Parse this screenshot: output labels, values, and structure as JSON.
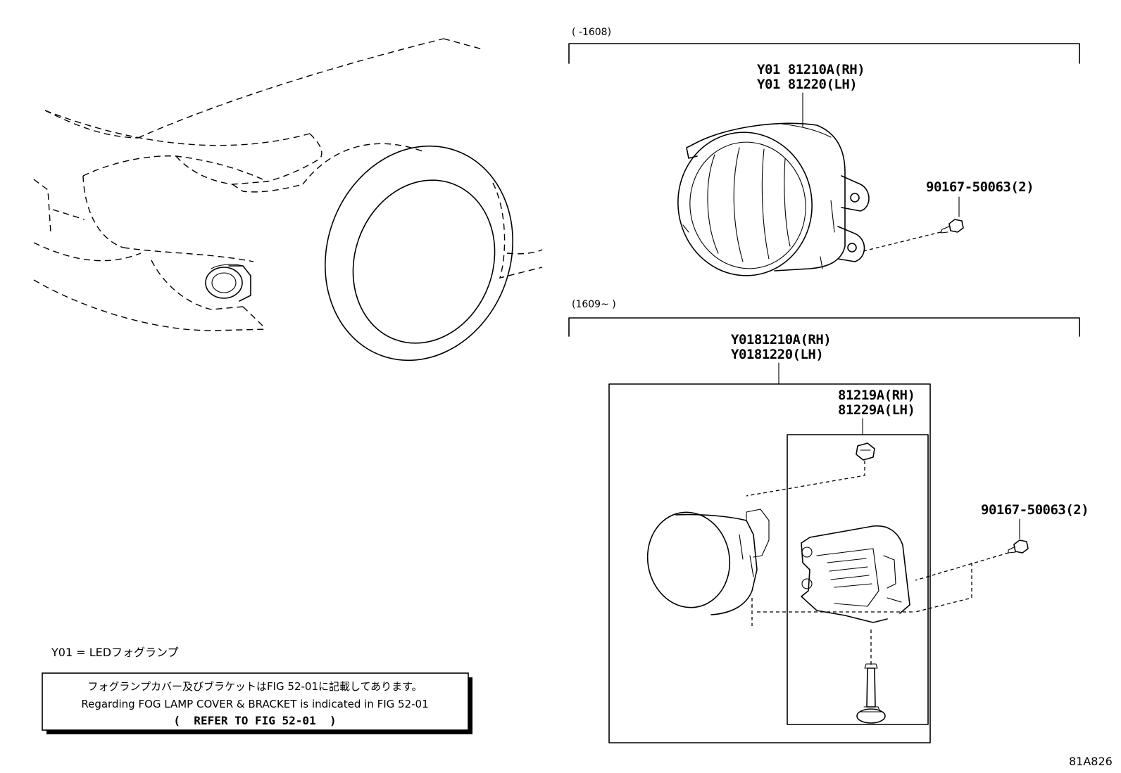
{
  "ranges": {
    "upper": "(        -1608)",
    "lower": "(1609~        )"
  },
  "upper_section": {
    "lamp_rh": "Y01 81210A(RH)",
    "lamp_lh": "Y01 81220(LH)",
    "screw": "90167-50063(2)"
  },
  "lower_section": {
    "lamp_rh": "Y0181210A(RH)",
    "lamp_lh": "Y0181220(LH)",
    "bracket_rh": "81219A(RH)",
    "bracket_lh": "81229A(LH)",
    "screw": "90167-50063(2)"
  },
  "legend": "Y01 = LEDフォグランプ",
  "note": {
    "line_jp": "フォグランプカバー及びブラケットはFIG 52-01に記載してあります。",
    "line_en": "Regarding FOG LAMP COVER & BRACKET is indicated in FIG 52-01",
    "line_ref": "(  REFER TO FIG 52-01  )"
  },
  "figure_code": "81A826"
}
